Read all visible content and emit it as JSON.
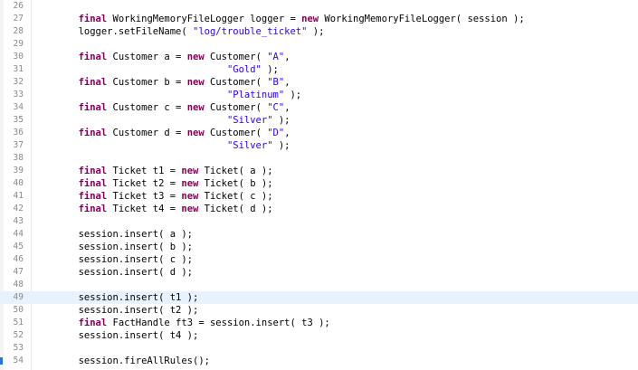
{
  "editor": {
    "colors": {
      "keyword": "#7f0055",
      "string": "#2a00ff",
      "current_line": "#e8f2fe",
      "line_number": "#8a8a8a"
    },
    "lines": [
      {
        "n": "26",
        "code": []
      },
      {
        "n": "27",
        "code": [
          [
            "p",
            "        "
          ],
          [
            "k",
            "final"
          ],
          [
            "p",
            " WorkingMemoryFileLogger logger = "
          ],
          [
            "k",
            "new"
          ],
          [
            "p",
            " WorkingMemoryFileLogger( session );"
          ]
        ]
      },
      {
        "n": "28",
        "code": [
          [
            "p",
            "        logger.setFileName( "
          ],
          [
            "s",
            "\"log/trouble_ticket\""
          ],
          [
            "p",
            " );"
          ]
        ]
      },
      {
        "n": "29",
        "code": []
      },
      {
        "n": "30",
        "code": [
          [
            "p",
            "        "
          ],
          [
            "k",
            "final"
          ],
          [
            "p",
            " Customer a = "
          ],
          [
            "k",
            "new"
          ],
          [
            "p",
            " Customer( "
          ],
          [
            "s",
            "\"A\""
          ],
          [
            "p",
            ","
          ]
        ]
      },
      {
        "n": "31",
        "code": [
          [
            "p",
            "                                  "
          ],
          [
            "s",
            "\"Gold\""
          ],
          [
            "p",
            " );"
          ]
        ]
      },
      {
        "n": "32",
        "code": [
          [
            "p",
            "        "
          ],
          [
            "k",
            "final"
          ],
          [
            "p",
            " Customer b = "
          ],
          [
            "k",
            "new"
          ],
          [
            "p",
            " Customer( "
          ],
          [
            "s",
            "\"B\""
          ],
          [
            "p",
            ","
          ]
        ]
      },
      {
        "n": "33",
        "code": [
          [
            "p",
            "                                  "
          ],
          [
            "s",
            "\"Platinum\""
          ],
          [
            "p",
            " );"
          ]
        ]
      },
      {
        "n": "34",
        "code": [
          [
            "p",
            "        "
          ],
          [
            "k",
            "final"
          ],
          [
            "p",
            " Customer c = "
          ],
          [
            "k",
            "new"
          ],
          [
            "p",
            " Customer( "
          ],
          [
            "s",
            "\"C\""
          ],
          [
            "p",
            ","
          ]
        ]
      },
      {
        "n": "35",
        "code": [
          [
            "p",
            "                                  "
          ],
          [
            "s",
            "\"Silver\""
          ],
          [
            "p",
            " );"
          ]
        ]
      },
      {
        "n": "36",
        "code": [
          [
            "p",
            "        "
          ],
          [
            "k",
            "final"
          ],
          [
            "p",
            " Customer d = "
          ],
          [
            "k",
            "new"
          ],
          [
            "p",
            " Customer( "
          ],
          [
            "s",
            "\"D\""
          ],
          [
            "p",
            ","
          ]
        ]
      },
      {
        "n": "37",
        "code": [
          [
            "p",
            "                                  "
          ],
          [
            "s",
            "\"Silver\""
          ],
          [
            "p",
            " );"
          ]
        ]
      },
      {
        "n": "38",
        "code": []
      },
      {
        "n": "39",
        "code": [
          [
            "p",
            "        "
          ],
          [
            "k",
            "final"
          ],
          [
            "p",
            " Ticket t1 = "
          ],
          [
            "k",
            "new"
          ],
          [
            "p",
            " Ticket( a );"
          ]
        ]
      },
      {
        "n": "40",
        "code": [
          [
            "p",
            "        "
          ],
          [
            "k",
            "final"
          ],
          [
            "p",
            " Ticket t2 = "
          ],
          [
            "k",
            "new"
          ],
          [
            "p",
            " Ticket( b );"
          ]
        ]
      },
      {
        "n": "41",
        "code": [
          [
            "p",
            "        "
          ],
          [
            "k",
            "final"
          ],
          [
            "p",
            " Ticket t3 = "
          ],
          [
            "k",
            "new"
          ],
          [
            "p",
            " Ticket( c );"
          ]
        ]
      },
      {
        "n": "42",
        "code": [
          [
            "p",
            "        "
          ],
          [
            "k",
            "final"
          ],
          [
            "p",
            " Ticket t4 = "
          ],
          [
            "k",
            "new"
          ],
          [
            "p",
            " Ticket( d );"
          ]
        ]
      },
      {
        "n": "43",
        "code": []
      },
      {
        "n": "44",
        "code": [
          [
            "p",
            "        session.insert( a );"
          ]
        ]
      },
      {
        "n": "45",
        "code": [
          [
            "p",
            "        session.insert( b );"
          ]
        ]
      },
      {
        "n": "46",
        "code": [
          [
            "p",
            "        session.insert( c );"
          ]
        ]
      },
      {
        "n": "47",
        "code": [
          [
            "p",
            "        session.insert( d );"
          ]
        ]
      },
      {
        "n": "48",
        "code": []
      },
      {
        "n": "49",
        "code": [
          [
            "p",
            "        session.insert( t1 );"
          ]
        ],
        "current": true
      },
      {
        "n": "50",
        "code": [
          [
            "p",
            "        session.insert( t2 );"
          ]
        ]
      },
      {
        "n": "51",
        "code": [
          [
            "p",
            "        "
          ],
          [
            "k",
            "final"
          ],
          [
            "p",
            " FactHandle ft3 = session.insert( t3 );"
          ]
        ]
      },
      {
        "n": "52",
        "code": [
          [
            "p",
            "        session.insert( t4 );"
          ]
        ]
      },
      {
        "n": "53",
        "code": []
      },
      {
        "n": "54",
        "code": [
          [
            "p",
            "        session.fireAllRules();"
          ]
        ],
        "marker": true
      }
    ]
  }
}
